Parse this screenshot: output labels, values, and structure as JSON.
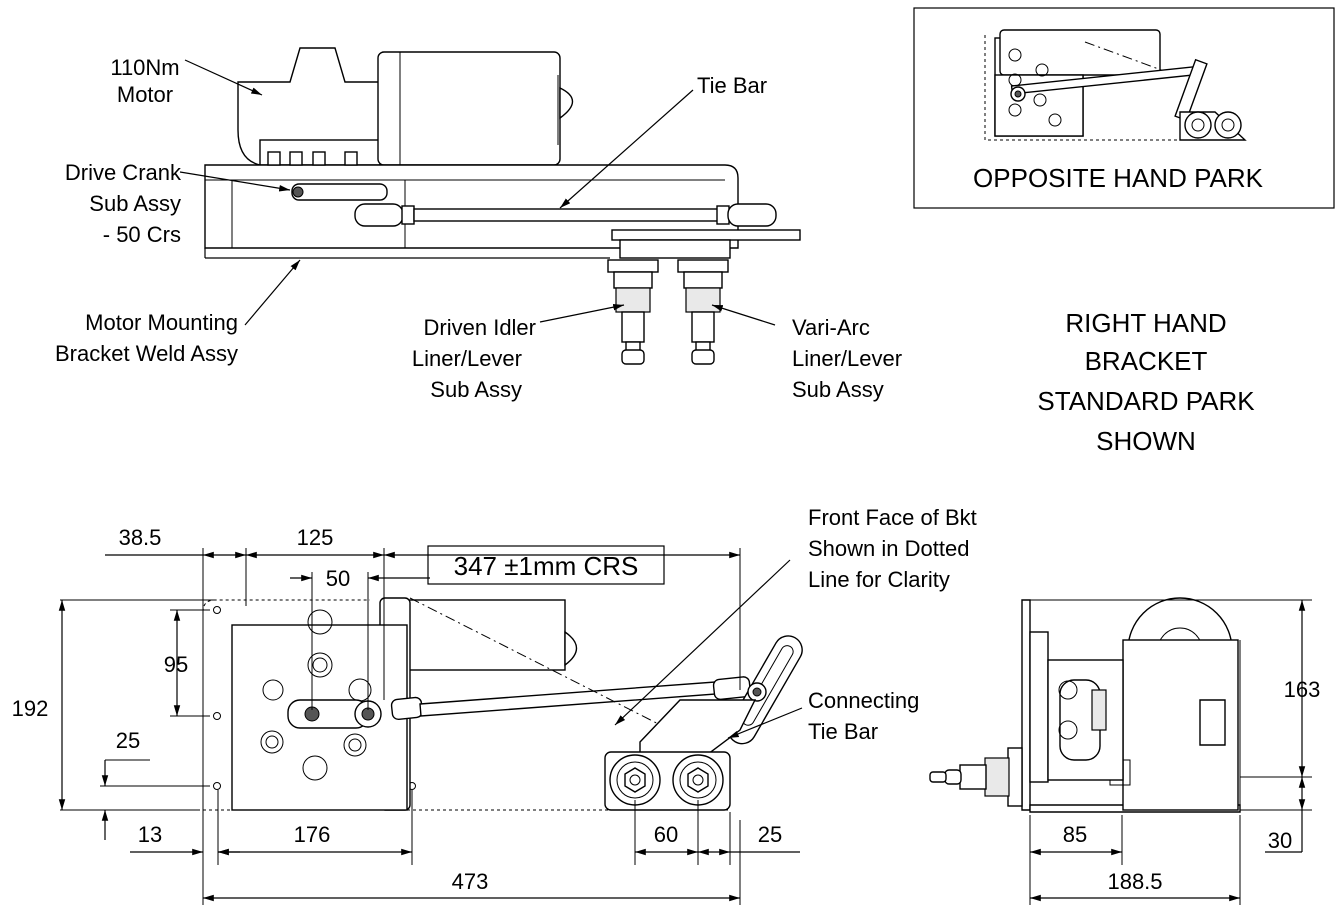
{
  "labels": {
    "motor": [
      "110Nm",
      "Motor"
    ],
    "tie_bar": "Tie Bar",
    "drive_crank": [
      "Drive Crank",
      "Sub Assy",
      "- 50 Crs"
    ],
    "motor_mounting": [
      "Motor Mounting",
      "Bracket Weld Assy"
    ],
    "driven_idler": [
      "Driven Idler",
      "Liner/Lever",
      "Sub Assy"
    ],
    "vari_arc": [
      "Vari-Arc",
      "Liner/Lever",
      "Sub Assy"
    ],
    "front_face": [
      "Front Face of  Bkt",
      "Shown in Dotted",
      "Line for Clarity"
    ],
    "connecting_tie_bar": [
      "Connecting",
      "Tie Bar"
    ],
    "right_hand": [
      "RIGHT HAND",
      "BRACKET",
      "STANDARD PARK",
      "SHOWN"
    ],
    "opposite_hand": "OPPOSITE HAND PARK",
    "centres_box": "347 ±1mm CRS"
  },
  "dimensions": {
    "d38_5": "38.5",
    "d125": "125",
    "d50": "50",
    "d95": "95",
    "d192": "192",
    "d25_left": "25",
    "d13": "13",
    "d176": "176",
    "d60": "60",
    "d25_bottom": "25",
    "d473": "473",
    "d163": "163",
    "d85": "85",
    "d30": "30",
    "d188_5": "188.5"
  }
}
